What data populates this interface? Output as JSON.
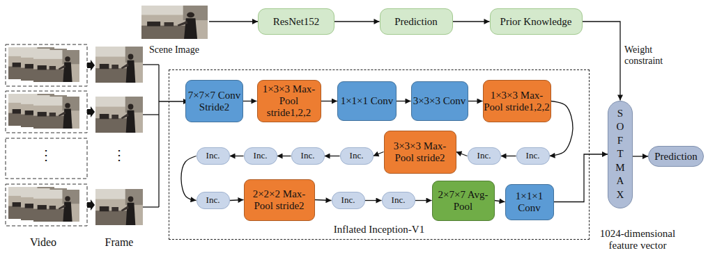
{
  "diagram": {
    "nodes": [
      {
        "text": [
          "Scene Image"
        ]
      },
      {
        "text": [
          "ResNet152"
        ]
      },
      {
        "text": [
          "Prediction"
        ]
      },
      {
        "text": [
          "Prior Knowledge"
        ]
      },
      {
        "text": [
          "Inflated Inception-V1"
        ]
      },
      {
        "text": [
          "7×7×7 Conv Stride2"
        ],
        "in": 4
      },
      {
        "text": [
          "1×3×3 Max-Pool stride1,2,2"
        ],
        "in": 4
      },
      {
        "text": [
          "1×1×1 Conv"
        ],
        "in": 4
      },
      {
        "text": [
          "3×3×3 Conv"
        ],
        "in": 4
      },
      {
        "text": [
          "1×3×3 Max-Pool stride1,2,2"
        ],
        "in": 4
      },
      {
        "text": [
          "Inc."
        ],
        "in": 4
      },
      {
        "text": [
          "Inc."
        ],
        "in": 4
      },
      {
        "text": [
          "3×3×3 Max-Pool stride2"
        ],
        "in": 4
      },
      {
        "text": [
          "Inc."
        ],
        "in": 4
      },
      {
        "text": [
          "Inc."
        ],
        "in": 4
      },
      {
        "text": [
          "Inc."
        ],
        "in": 4
      },
      {
        "text": [
          "Inc."
        ],
        "in": 4
      },
      {
        "text": [
          "Inc."
        ],
        "in": 4
      },
      {
        "text": [
          "2×2×2 Max-Pool stride2"
        ],
        "in": 4
      },
      {
        "text": [
          "Inc."
        ],
        "in": 4
      },
      {
        "text": [
          "Inc."
        ],
        "in": 4
      },
      {
        "text": [
          "2×7×7 Avg-Pool"
        ],
        "in": 4
      },
      {
        "text": [
          "1×1×1 Conv"
        ],
        "in": 4
      },
      {
        "text": [
          "SOFTMAX"
        ]
      },
      {
        "text": [
          "Prediction"
        ]
      }
    ],
    "edges": [
      {
        "from": 0,
        "to": 1,
        "arrow": "to"
      },
      {
        "from": 1,
        "to": 2,
        "arrow": "to"
      },
      {
        "from": 2,
        "to": 3,
        "arrow": "to"
      },
      {
        "from": 3,
        "to": 23,
        "label": "Weight constraint",
        "arrow": "to"
      },
      {
        "from": 5,
        "to": 6,
        "arrow": "to"
      },
      {
        "from": 6,
        "to": 7,
        "arrow": "to"
      },
      {
        "from": 7,
        "to": 8,
        "arrow": "to"
      },
      {
        "from": 8,
        "to": 9,
        "arrow": "to"
      },
      {
        "from": 9,
        "to": 10,
        "arrow": "to"
      },
      {
        "from": 10,
        "to": 11,
        "arrow": "to"
      },
      {
        "from": 11,
        "to": 12,
        "arrow": "to"
      },
      {
        "from": 12,
        "to": 13,
        "arrow": "to"
      },
      {
        "from": 13,
        "to": 14,
        "arrow": "to"
      },
      {
        "from": 14,
        "to": 15,
        "arrow": "to"
      },
      {
        "from": 15,
        "to": 16,
        "arrow": "to"
      },
      {
        "from": 16,
        "to": 17,
        "arrow": "to"
      },
      {
        "from": 17,
        "to": 18,
        "arrow": "to"
      },
      {
        "from": 18,
        "to": 19,
        "arrow": "to"
      },
      {
        "from": 19,
        "to": 20,
        "arrow": "to"
      },
      {
        "from": 20,
        "to": 21,
        "arrow": "to"
      },
      {
        "from": 21,
        "to": 22,
        "arrow": "to"
      },
      {
        "from": 22,
        "to": 23,
        "arrow": "to"
      },
      {
        "from": 23,
        "to": 24,
        "arrow": "to"
      }
    ],
    "labels": [
      "⋮",
      "⋮",
      "Video",
      "Frame",
      "1024-dimensional feature vector"
    ]
  }
}
